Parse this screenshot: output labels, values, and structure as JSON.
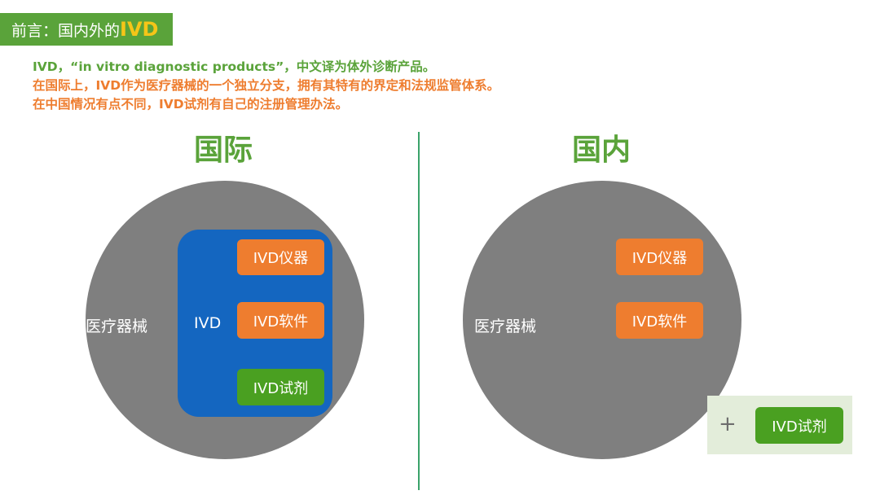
{
  "header": {
    "title_prefix": "前言：国内外的",
    "title_accent": "IVD",
    "accent_color": "#f5c518",
    "badge_color": "#5aa33a"
  },
  "intro": {
    "line1": "IVD，“in vitro diagnostic products”，中文译为体外诊断产品。",
    "line2": "在国际上，IVD作为医疗器械的一个独立分支，拥有其特有的界定和法规监管体系。",
    "line3": "在中国情况有点不同，IVD试剂有自己的注册管理办法。"
  },
  "international": {
    "heading": "国际",
    "device_label": "医疗器械",
    "ivd_label": "IVD",
    "instrument": "IVD仪器",
    "software": "IVD软件",
    "reagent": "IVD试剂"
  },
  "domestic": {
    "heading": "国内",
    "device_label": "医疗器械",
    "instrument": "IVD仪器",
    "software": "IVD软件",
    "plus": "+",
    "reagent": "IVD试剂"
  },
  "colors": {
    "green": "#5aa33a",
    "orange": "#ee7d2f",
    "blue": "#1466c0",
    "gray": "#7f7f7f"
  }
}
